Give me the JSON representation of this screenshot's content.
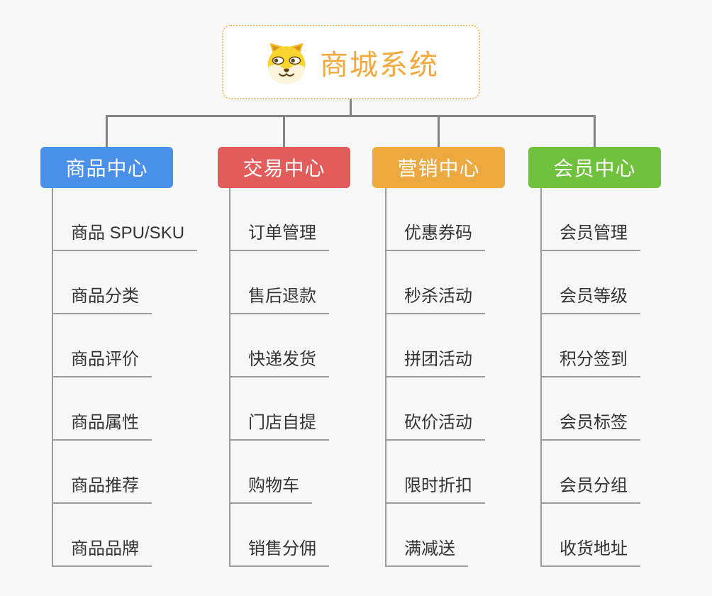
{
  "colors": {
    "bg": "#f8f8f8",
    "connector": "#838383",
    "line": "#9c9c9c",
    "item_text": "#333333"
  },
  "root": {
    "label": "商城系统",
    "icon": "dog-face-icon",
    "text_color": "#f2a93d",
    "border_color": "#f0bc6a"
  },
  "branches": [
    {
      "label": "商品中心",
      "color": "#4a8fe8",
      "items": [
        "商品 SPU/SKU",
        "商品分类",
        "商品评价",
        "商品属性",
        "商品推荐",
        "商品品牌"
      ]
    },
    {
      "label": "交易中心",
      "color": "#e25c5c",
      "items": [
        "订单管理",
        "售后退款",
        "快递发货",
        "门店自提",
        "购物车",
        "销售分佣"
      ]
    },
    {
      "label": "营销中心",
      "color": "#eba93f",
      "items": [
        "优惠券码",
        "秒杀活动",
        "拼团活动",
        "砍价活动",
        "限时折扣",
        "满减送"
      ]
    },
    {
      "label": "会员中心",
      "color": "#6fc13e",
      "items": [
        "会员管理",
        "会员等级",
        "积分签到",
        "会员标签",
        "会员分组",
        "收货地址"
      ]
    }
  ]
}
